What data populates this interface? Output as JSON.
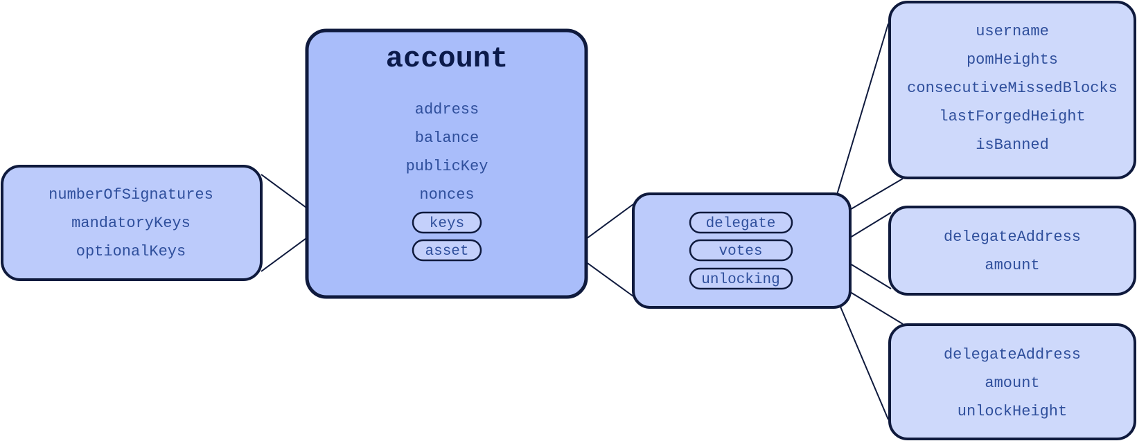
{
  "account": {
    "title": "account",
    "fields": [
      "address",
      "balance",
      "publicKey",
      "nonces"
    ],
    "pills": [
      "keys",
      "asset"
    ]
  },
  "keys_box": {
    "fields": [
      "numberOfSignatures",
      "mandatoryKeys",
      "optionalKeys"
    ]
  },
  "asset_box": {
    "pills": [
      "delegate",
      "votes",
      "unlocking"
    ]
  },
  "delegate_box": {
    "fields": [
      "username",
      "pomHeights",
      "consecutiveMissedBlocks",
      "lastForgedHeight",
      "isBanned"
    ]
  },
  "votes_box": {
    "fields": [
      "delegateAddress",
      "amount"
    ]
  },
  "unlocking_box": {
    "fields": [
      "delegateAddress",
      "amount",
      "unlockHeight"
    ]
  },
  "colors": {
    "account_fill": "#a9bdfa",
    "keys_fill": "#bccbfb",
    "asset_fill": "#bccbfb",
    "leaf_fill": "#ced9fb",
    "stroke": "#0f1a3d",
    "text": "#2f4f9c",
    "title_text": "#0b1a4a"
  }
}
